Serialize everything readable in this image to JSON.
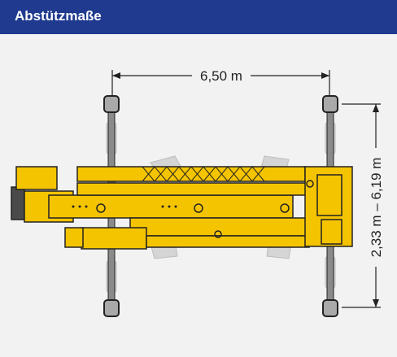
{
  "header": {
    "title": "Abstützmaße"
  },
  "dimensions": {
    "width_label": "6,50 m",
    "height_label": "2,33 m – 6,19 m"
  },
  "colors": {
    "header_bg": "#1f3a8f",
    "crane_yellow": "#f5c400",
    "outline": "#222222",
    "outrigger_grey": "#8a8a8a"
  }
}
